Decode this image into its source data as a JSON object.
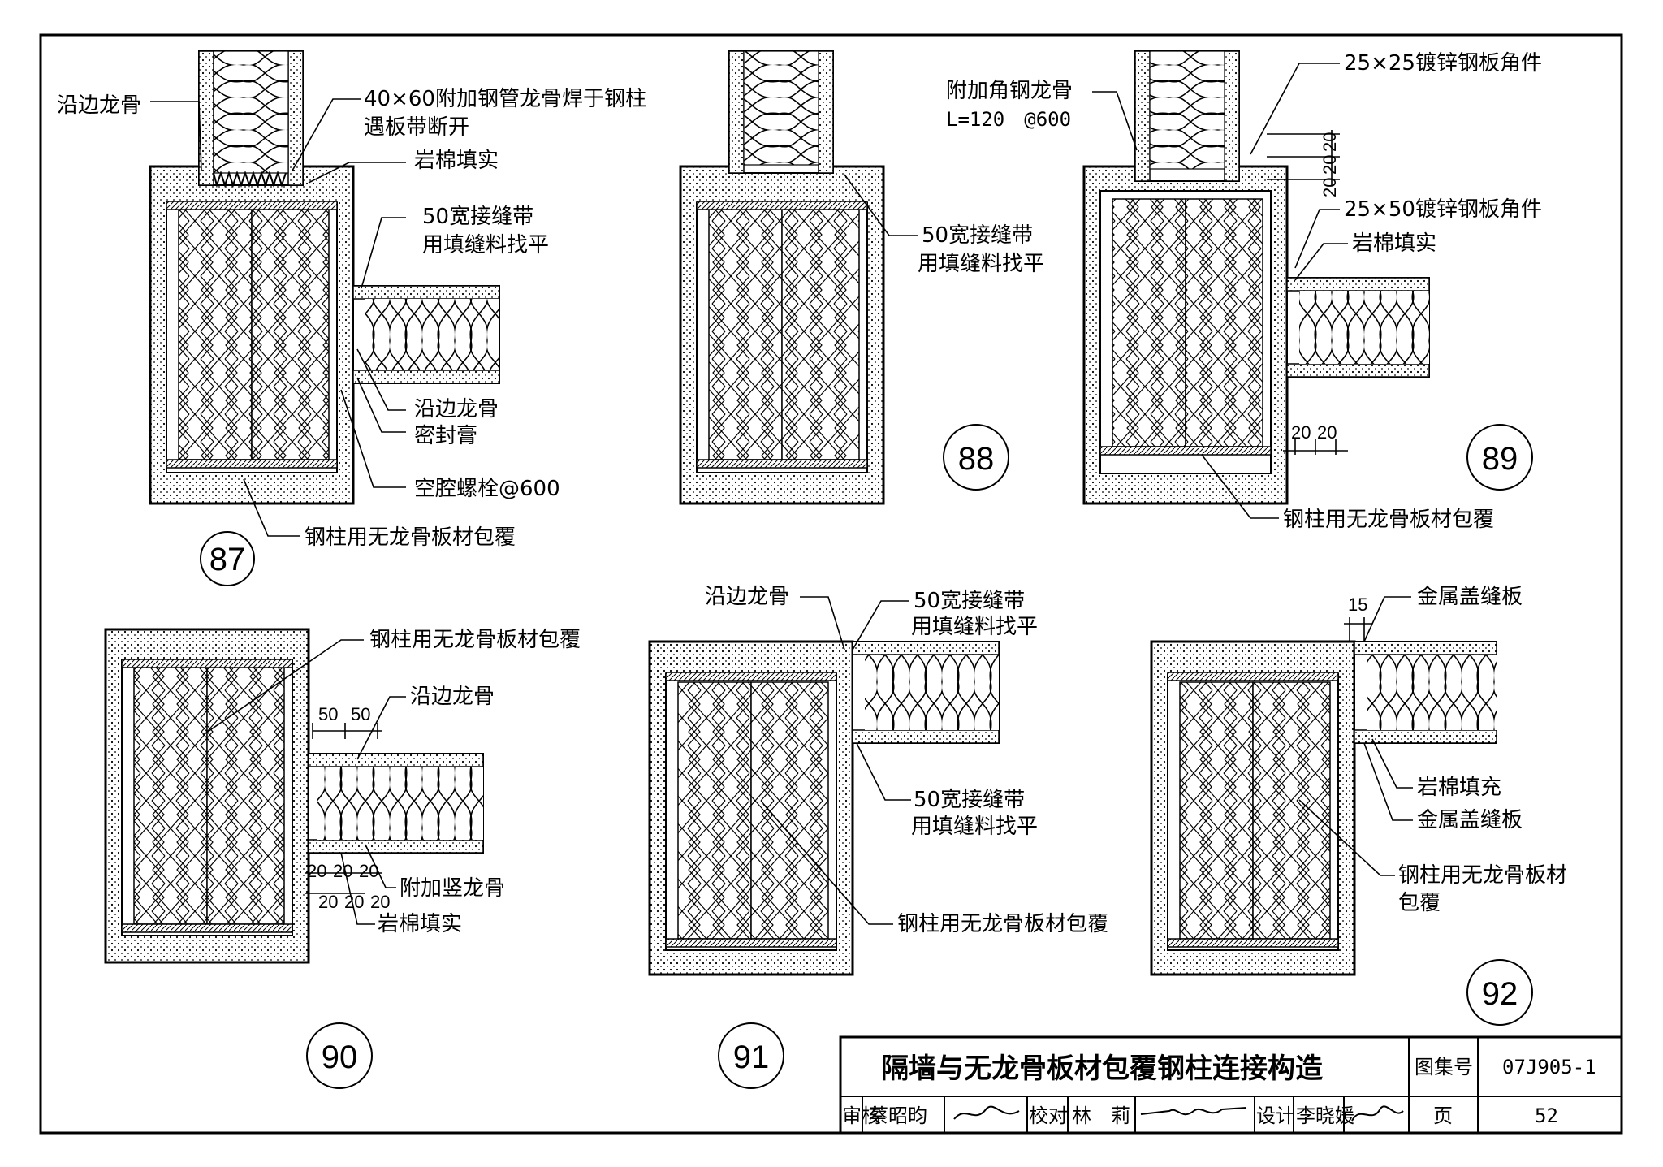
{
  "drawing": {
    "title": "隔墙与无龙骨板材包覆钢柱连接构造",
    "atlas_label": "图集号",
    "atlas_no": "07J905-1",
    "page_label": "页",
    "page_no": "52",
    "review_label": "审核",
    "reviewer": "蔡昭昀",
    "check_label": "校对",
    "checker": "林　莉",
    "design_label": "设计",
    "designer": "李晓媛"
  },
  "details": [
    {
      "id": "87",
      "labels": [
        "沿边龙骨",
        "40×60附加钢管龙骨焊于钢柱",
        "遇板带断开",
        "岩棉填实",
        "50宽接缝带",
        "用填缝料找平",
        "沿边龙骨",
        "密封膏",
        "空腔螺栓@600",
        "钢柱用无龙骨板材包覆"
      ]
    },
    {
      "id": "88",
      "labels": [
        "50宽接缝带",
        "用填缝料找平"
      ]
    },
    {
      "id": "89",
      "labels": [
        "附加角钢龙骨",
        "L=120　@600",
        "25×25镀锌钢板角件",
        "25×50镀锌钢板角件",
        "岩棉填实",
        "钢柱用无龙骨板材包覆"
      ],
      "dims": [
        "20",
        "20",
        "20",
        "20",
        "20"
      ]
    },
    {
      "id": "90",
      "labels": [
        "钢柱用无龙骨板材包覆",
        "沿边龙骨",
        "附加竖龙骨",
        "岩棉填实"
      ],
      "dims": [
        "50",
        "50",
        "20",
        "20",
        "20",
        "20",
        "20",
        "20"
      ]
    },
    {
      "id": "91",
      "labels": [
        "沿边龙骨",
        "50宽接缝带",
        "用填缝料找平",
        "50宽接缝带",
        "用填缝料找平",
        "钢柱用无龙骨板材包覆"
      ]
    },
    {
      "id": "92",
      "labels": [
        "金属盖缝板",
        "岩棉填充",
        "金属盖缝板",
        "钢柱用无龙骨板材",
        "包覆"
      ],
      "dims": [
        "15"
      ]
    }
  ]
}
